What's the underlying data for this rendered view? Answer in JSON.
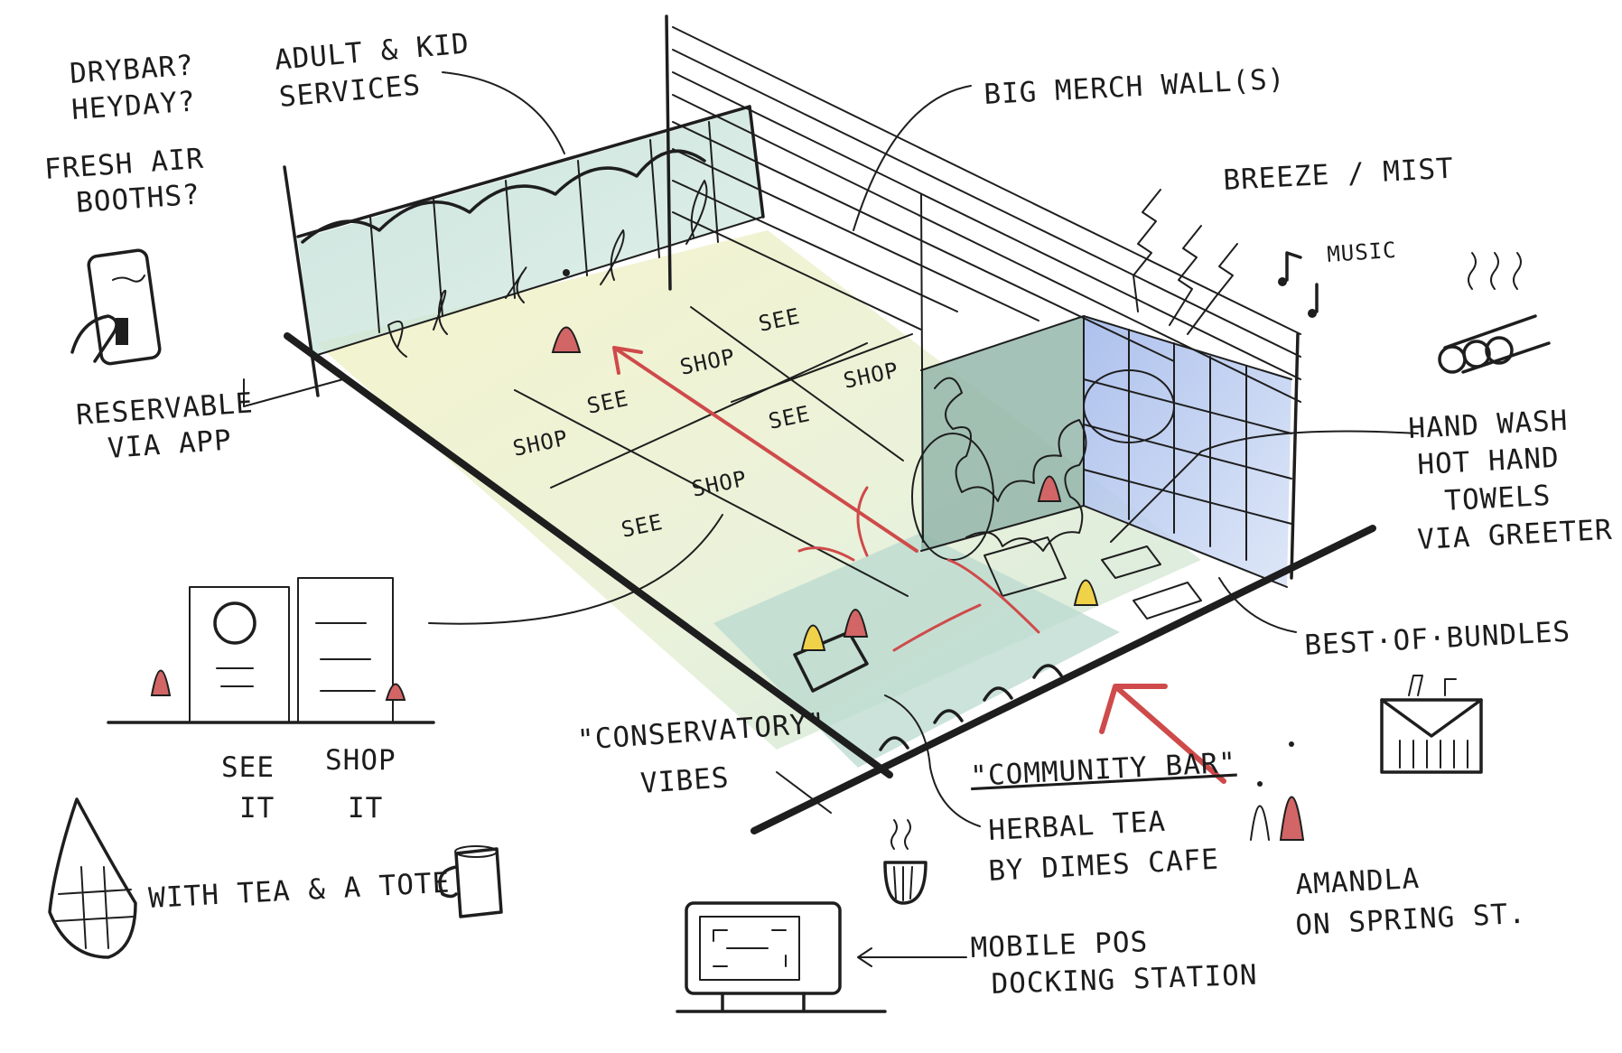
{
  "labels": {
    "drybar": "DRYBAR?",
    "heyday": "HEYDAY?",
    "fresh_air": "FRESH AIR",
    "booths": "BOOTHS?",
    "adult_kid_1": "ADULT & KID",
    "adult_kid_2": "SERVICES",
    "reservable": "RESERVABLE",
    "via_app": "VIA APP",
    "merch_wall": "BIG MERCH WALL(S)",
    "breeze": "BREEZE / MIST",
    "music": "MUSIC",
    "hand_wash": "HAND WASH",
    "hot_hand": "HOT HAND",
    "towels": "TOWELS",
    "via_greeter": "VIA GREETER",
    "bundles": "BEST·OF·BUNDLES",
    "conservatory": "\"CONSERVATORY\"",
    "vibes": "VIBES",
    "community_bar": "\"COMMUNITY BAR\"",
    "herbal_tea": "HERBAL TEA",
    "dimes_cafe": "BY DIMES CAFE",
    "amandla": "AMANDLA",
    "spring_st": "ON SPRING ST.",
    "see_it_1": "SEE",
    "see_it_2": "IT",
    "shop_it_1": "SHOP",
    "shop_it_2": "IT",
    "tea_tote": "WITH TEA & A TOTE",
    "mobile_pos": "MOBILE POS",
    "docking": "DOCKING STATION"
  },
  "floor_zones": {
    "see": "SEE",
    "shop": "SHOP"
  },
  "colors": {
    "ink": "#1e1e1e",
    "accent_red": "#cf4a4a",
    "teal_wash": "#b9d9cf",
    "yellow_wash": "#f3f0c4",
    "blue_wash": "#a9bfe8",
    "figure_yellow": "#f0d24a"
  },
  "icons": [
    "phone-icon",
    "tote-bag-icon",
    "mug-icon",
    "tea-cup-icon",
    "towels-icon",
    "gift-box-icon",
    "music-notes-icon",
    "mobile-pos-icon"
  ]
}
